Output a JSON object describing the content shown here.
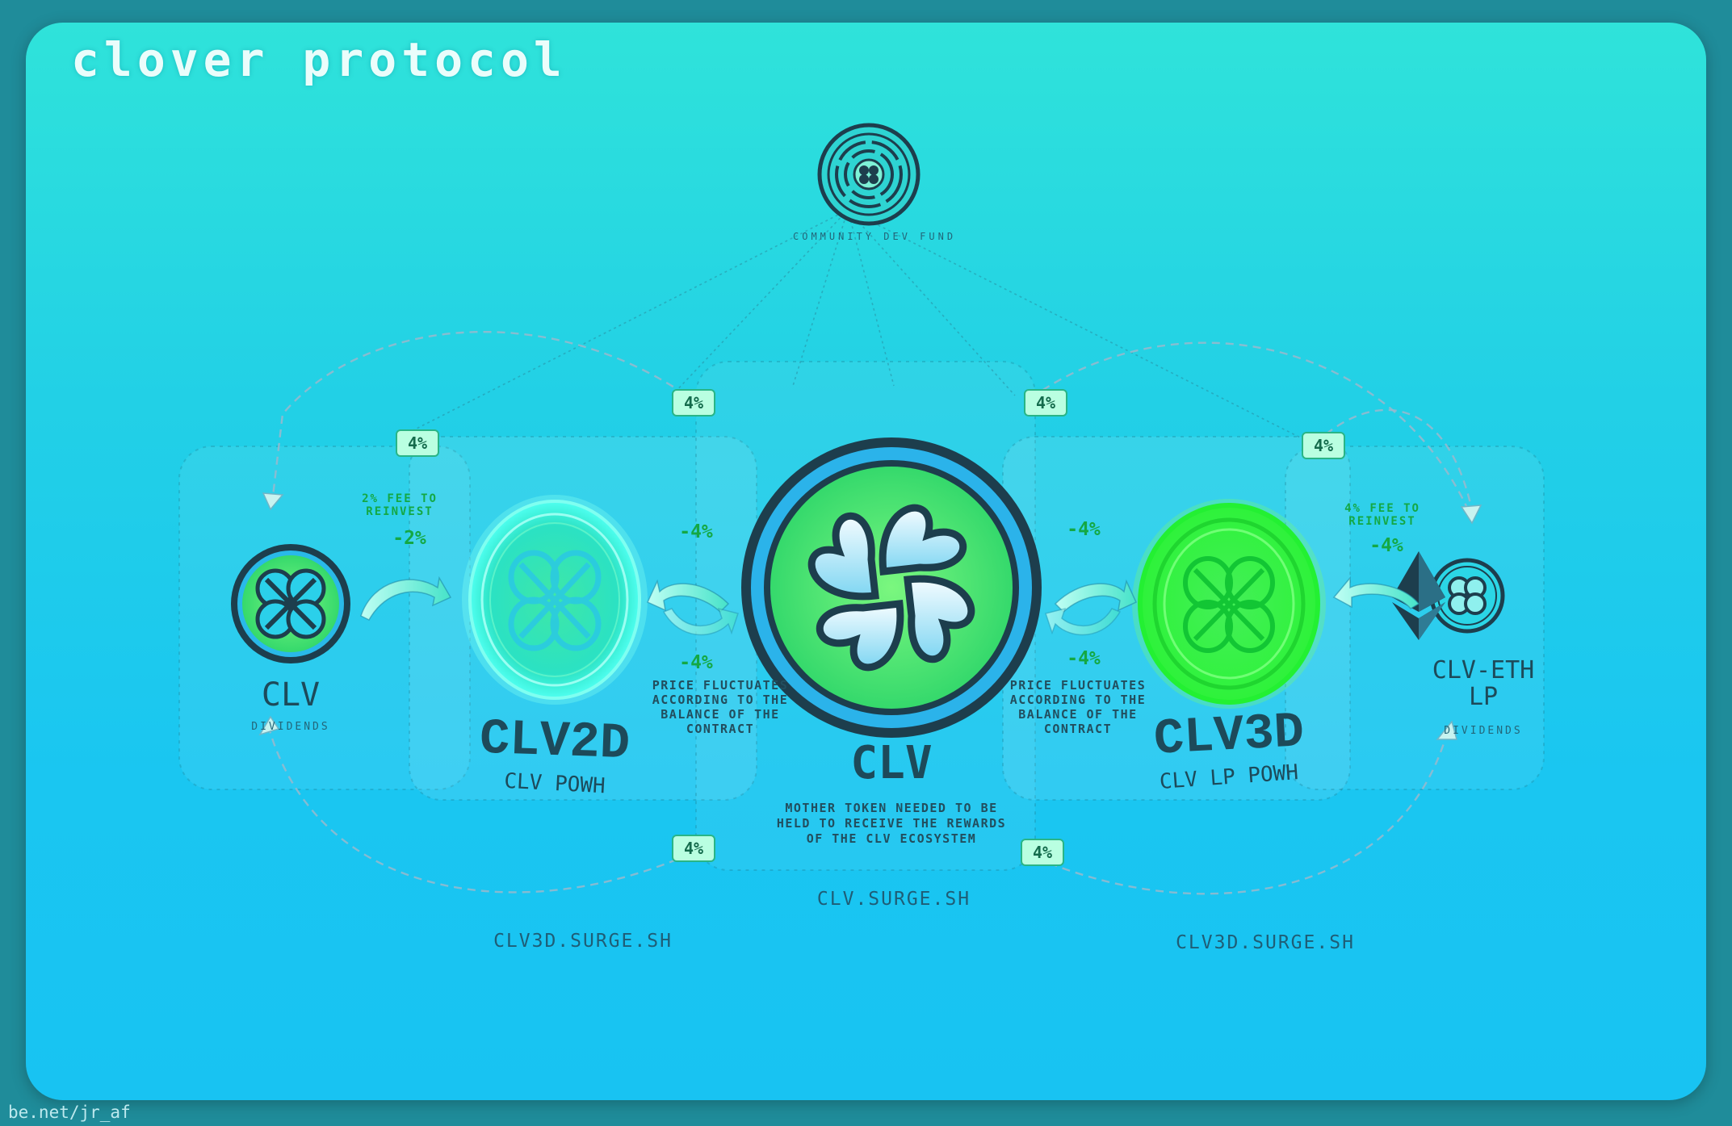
{
  "title": "clover protocol",
  "credit": "be.net/jr_af",
  "colors": {
    "background_top": "#2fe3da",
    "background_bottom": "#18c3f2",
    "dark_navy": "#1d3e4d",
    "neon_green": "#3df04a",
    "mint": "#b9ffe1",
    "accent_blue": "#2bb3ea"
  },
  "community_fund": {
    "label": "COMMUNITY DEV FUND",
    "icon": "maze-clover-icon"
  },
  "nodes": {
    "clv_dividends": {
      "name": "CLV",
      "caption": "DIVIDENDS",
      "icon": "clover-coin-icon"
    },
    "clv2d": {
      "name": "CLV2D",
      "subtitle": "CLV POWH",
      "icon": "glowing-clover-coin-icon"
    },
    "clv_main": {
      "name": "CLV",
      "note_line1": "MOTHER TOKEN NEEDED TO BE",
      "note_line2": "HELD TO RECEIVE THE REWARDS",
      "note_line3": "OF THE CLV ECOSYSTEM",
      "icon": "clover-logo-icon"
    },
    "clv3d": {
      "name": "CLV3D",
      "subtitle": "CLV LP POWH",
      "icon": "neon-clover-coin-icon"
    },
    "clv_eth_lp": {
      "name_line1": "CLV-ETH",
      "name_line2": "LP",
      "caption": "DIVIDENDS",
      "icon": "ethereum-clover-icon"
    }
  },
  "fees": {
    "left_fee_line1": "2% FEE TO",
    "left_fee_line2": "REINVEST",
    "left_fee_value": "-2%",
    "right_fee_line1": "4% FEE TO",
    "right_fee_line2": "REINVEST",
    "right_fee_value": "-4%",
    "clv2d_top": "-4%",
    "clv2d_bottom": "-4%",
    "clv3d_top": "-4%",
    "clv3d_bottom": "-4%"
  },
  "price_note_left": {
    "line1": "PRICE FLUCTUATES",
    "line2": "ACCORDING TO THE",
    "line3": "BALANCE OF THE",
    "line4": "CONTRACT"
  },
  "price_note_right": {
    "line1": "PRICE FLUCTUATES",
    "line2": "ACCORDING TO THE",
    "line3": "BALANCE OF THE",
    "line4": "CONTRACT"
  },
  "badges": {
    "top_left_outer": "4%",
    "top_left_inner": "4%",
    "top_right_inner": "4%",
    "top_right_outer": "4%",
    "bottom_left": "4%",
    "bottom_right": "4%"
  },
  "urls": {
    "left": "CLV3D.SURGE.SH",
    "center": "CLV.SURGE.SH",
    "right": "CLV3D.SURGE.SH"
  }
}
